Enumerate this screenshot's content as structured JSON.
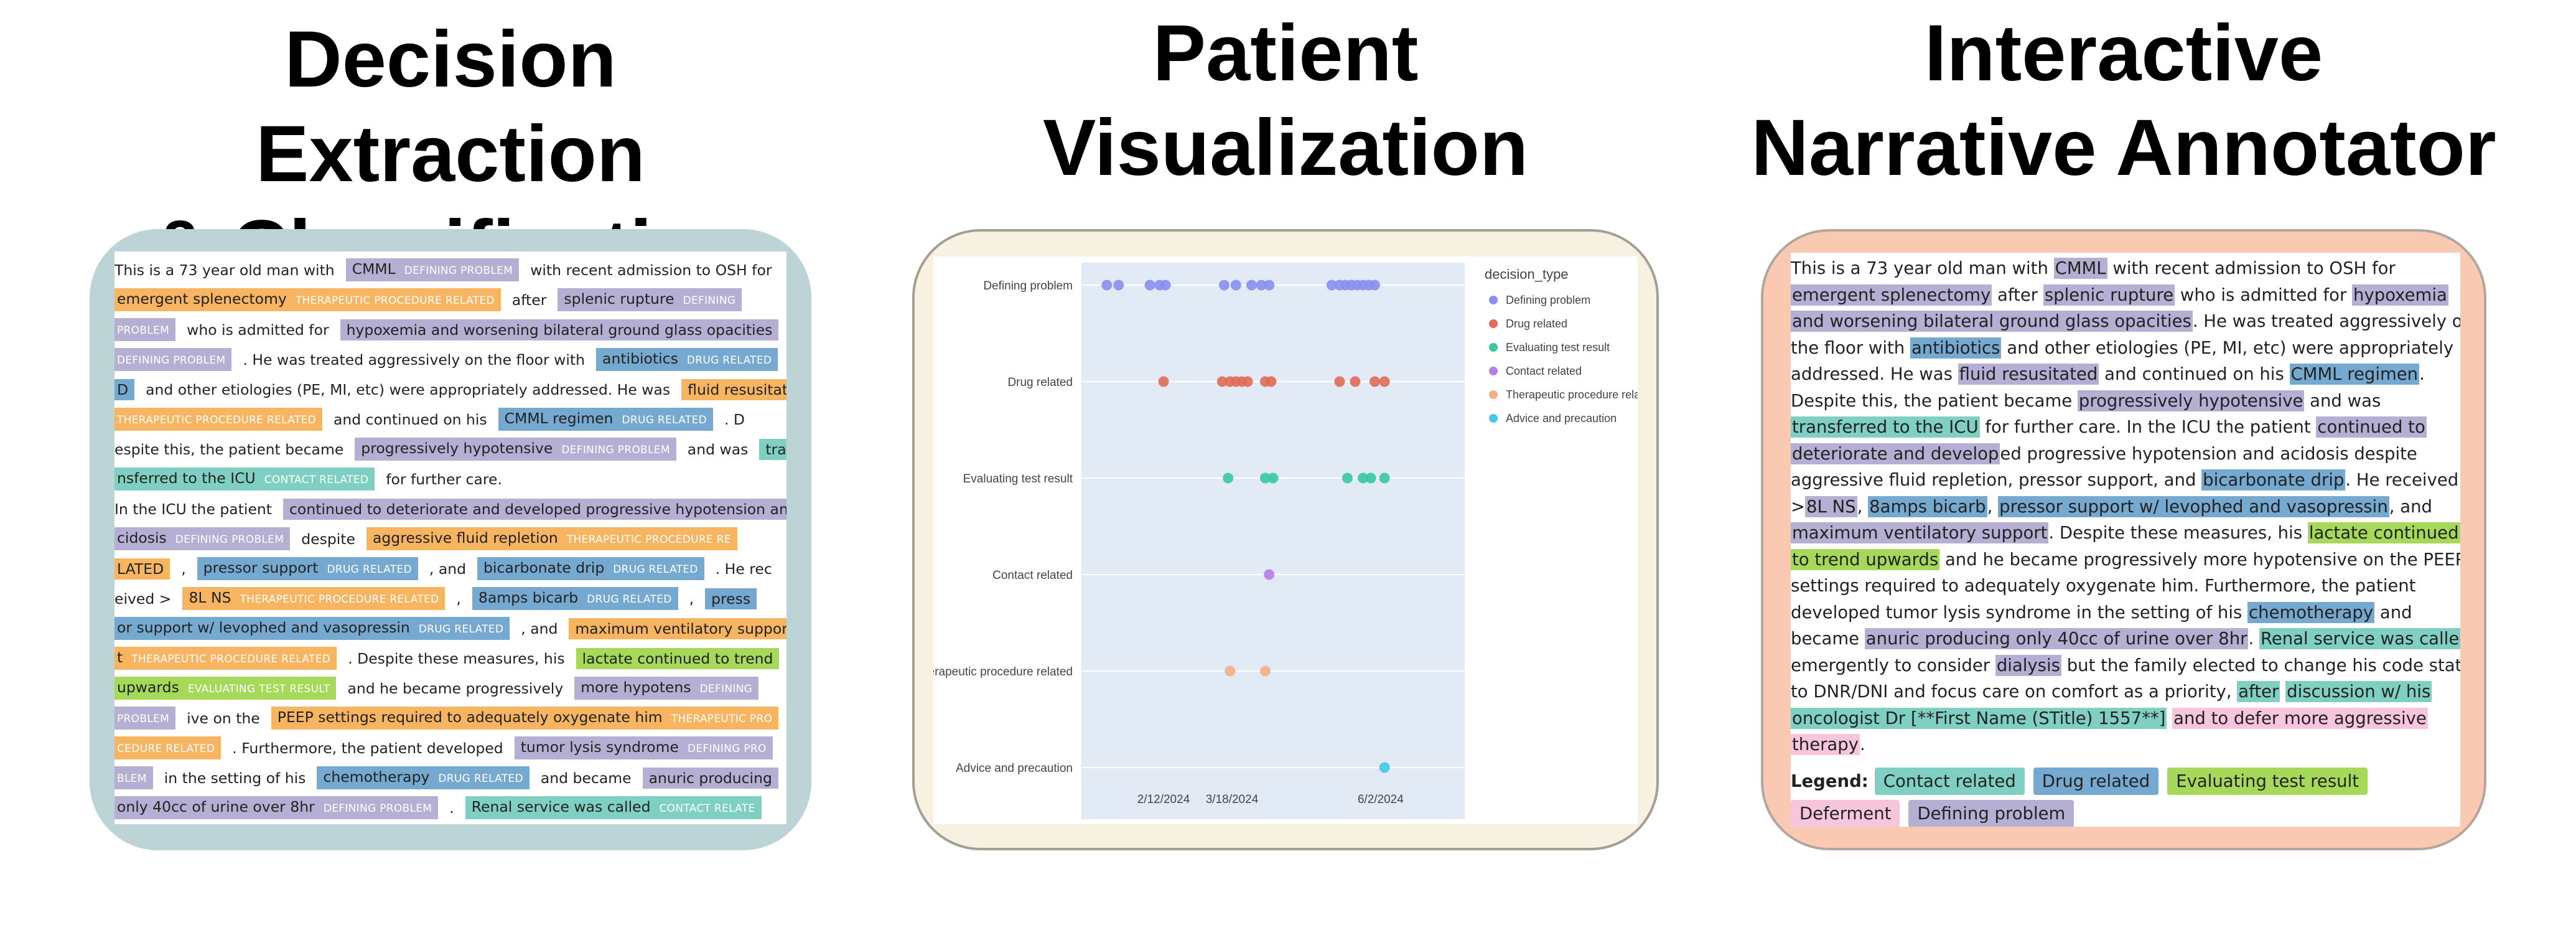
{
  "titles": {
    "extraction_line1": "Decision Extraction",
    "extraction_line2": "& Classification",
    "visualization_line1": "Patient",
    "visualization_line2": "Visualization",
    "annotator_line1": "Interactive",
    "annotator_line2": "Narrative Annotator"
  },
  "colors": {
    "defining_problem": "#b5afd3",
    "therapeutic_procedure": "#f7b562",
    "drug_related": "#76a9cf",
    "contact_related": "#7fd0c2",
    "evaluating_test": "#a6d85a",
    "deferment": "#f7c6dc",
    "card1_bg": "#bdd4d7",
    "card2_bg": "#f7f1e1",
    "card3_bg": "#fac9b1",
    "plot_bg": "#e2ebf5"
  },
  "extraction_lines": [
    [
      {
        "t": "This is a 73 year old man with"
      },
      {
        "e": "CMML",
        "c": "defining_problem",
        "tag": "DEFINING PROBLEM"
      },
      {
        "t": "with recent admission to OSH for"
      }
    ],
    [
      {
        "e": "emergent splenectomy",
        "c": "therapeutic_procedure",
        "tag": "THERAPEUTIC PROCEDURE RELATED"
      },
      {
        "t": "after"
      },
      {
        "e": "splenic rupture",
        "c": "defining_problem",
        "tag": "DEFINING"
      }
    ],
    [
      {
        "e": "",
        "c": "defining_problem",
        "tag": "PROBLEM"
      },
      {
        "t": "who is admitted for"
      },
      {
        "e": "hypoxemia and worsening bilateral ground glass opacities",
        "c": "defining_problem",
        "tag": ""
      }
    ],
    [
      {
        "e": "",
        "c": "defining_problem",
        "tag": "DEFINING PROBLEM"
      },
      {
        "t": ". He was treated aggressively on the floor with"
      },
      {
        "e": "antibiotics",
        "c": "drug_related",
        "tag": "DRUG RELATED"
      }
    ],
    [
      {
        "e": "D",
        "c": "drug_related",
        "tag": ""
      },
      {
        "t": "and other etiologies (PE, MI, etc) were appropriately addressed. He was"
      },
      {
        "e": "fluid resusitated",
        "c": "therapeutic_procedure",
        "tag": ""
      }
    ],
    [
      {
        "e": "",
        "c": "therapeutic_procedure",
        "tag": "THERAPEUTIC PROCEDURE RELATED"
      },
      {
        "t": "and continued on his"
      },
      {
        "e": "CMML regimen",
        "c": "drug_related",
        "tag": "DRUG RELATED"
      },
      {
        "t": ". D"
      }
    ],
    [
      {
        "t": "espite this, the patient became"
      },
      {
        "e": "progressively hypotensive",
        "c": "defining_problem",
        "tag": "DEFINING PROBLEM"
      },
      {
        "t": "and was"
      },
      {
        "e": "tra",
        "c": "contact_related",
        "tag": ""
      }
    ],
    [
      {
        "e": "nsferred to the ICU",
        "c": "contact_related",
        "tag": "CONTACT RELATED"
      },
      {
        "t": "for further care."
      }
    ],
    [
      {
        "t": "In the ICU the patient"
      },
      {
        "e": "continued to deteriorate and developed progressive hypotension and a",
        "c": "defining_problem",
        "tag": ""
      }
    ],
    [
      {
        "e": "cidosis",
        "c": "defining_problem",
        "tag": "DEFINING PROBLEM"
      },
      {
        "t": "despite"
      },
      {
        "e": "aggressive fluid repletion",
        "c": "therapeutic_procedure",
        "tag": "THERAPEUTIC PROCEDURE RE"
      }
    ],
    [
      {
        "e": "LATED",
        "c": "therapeutic_procedure",
        "tag": ""
      },
      {
        "t": ","
      },
      {
        "e": "pressor support",
        "c": "drug_related",
        "tag": "DRUG RELATED"
      },
      {
        "t": ", and"
      },
      {
        "e": "bicarbonate drip",
        "c": "drug_related",
        "tag": "DRUG RELATED"
      },
      {
        "t": ". He rec"
      }
    ],
    [
      {
        "t": "eived >"
      },
      {
        "e": "8L NS",
        "c": "therapeutic_procedure",
        "tag": "THERAPEUTIC PROCEDURE RELATED"
      },
      {
        "t": ","
      },
      {
        "e": "8amps bicarb",
        "c": "drug_related",
        "tag": "DRUG RELATED"
      },
      {
        "t": ","
      },
      {
        "e": "press",
        "c": "drug_related",
        "tag": ""
      }
    ],
    [
      {
        "e": "or support w/ levophed and vasopressin",
        "c": "drug_related",
        "tag": "DRUG RELATED"
      },
      {
        "t": ", and"
      },
      {
        "e": "maximum ventilatory suppor",
        "c": "therapeutic_procedure",
        "tag": ""
      }
    ],
    [
      {
        "e": "t",
        "c": "therapeutic_procedure",
        "tag": "THERAPEUTIC PROCEDURE RELATED"
      },
      {
        "t": ". Despite these measures, his"
      },
      {
        "e": "lactate continued to trend",
        "c": "evaluating_test",
        "tag": ""
      }
    ],
    [
      {
        "e": "upwards",
        "c": "evaluating_test",
        "tag": "EVALUATING TEST RESULT"
      },
      {
        "t": "and he became progressively"
      },
      {
        "e": "more hypotens",
        "c": "defining_problem",
        "tag": "DEFINING"
      }
    ],
    [
      {
        "e": "",
        "c": "defining_problem",
        "tag": "PROBLEM"
      },
      {
        "t": "ive on the"
      },
      {
        "e": "PEEP settings required to adequately oxygenate him",
        "c": "therapeutic_procedure",
        "tag": "THERAPEUTIC PRO"
      }
    ],
    [
      {
        "e": "",
        "c": "therapeutic_procedure",
        "tag": "CEDURE RELATED"
      },
      {
        "t": ". Furthermore, the patient developed"
      },
      {
        "e": "tumor lysis syndrome",
        "c": "defining_problem",
        "tag": "DEFINING PRO"
      }
    ],
    [
      {
        "e": "",
        "c": "defining_problem",
        "tag": "BLEM"
      },
      {
        "t": "in the setting of his"
      },
      {
        "e": "chemotherapy",
        "c": "drug_related",
        "tag": "DRUG RELATED"
      },
      {
        "t": "and became"
      },
      {
        "e": "anuric producing",
        "c": "defining_problem",
        "tag": ""
      }
    ],
    [
      {
        "e": "only 40cc of urine over 8hr",
        "c": "defining_problem",
        "tag": "DEFINING PROBLEM"
      },
      {
        "t": "."
      },
      {
        "e": "Renal service was called",
        "c": "contact_related",
        "tag": "CONTACT RELATE"
      }
    ]
  ],
  "chart_data": {
    "type": "scatter",
    "legend_title": "decision_type",
    "legend_position": "right",
    "categories": [
      "Defining problem",
      "Drug related",
      "Evaluating test result",
      "Contact related",
      "Therapeutic procedure related",
      "Advice and precaution"
    ],
    "x_ticks": [
      "2/12/2024",
      "3/18/2024",
      "6/2/2024"
    ],
    "xlim": [
      "2024-01-01",
      "2024-07-15"
    ],
    "series": [
      {
        "name": "Defining problem",
        "color": "#8a8ff0",
        "x": [
          "2024-01-14",
          "2024-01-20",
          "2024-02-05",
          "2024-02-10",
          "2024-02-13",
          "2024-03-14",
          "2024-03-20",
          "2024-03-28",
          "2024-04-02",
          "2024-04-06",
          "2024-05-08",
          "2024-05-12",
          "2024-05-15",
          "2024-05-18",
          "2024-05-21",
          "2024-05-24",
          "2024-05-27",
          "2024-05-30"
        ],
        "y": [
          0,
          0,
          0,
          0,
          0,
          0,
          0,
          0,
          0,
          0,
          0,
          0,
          0,
          0,
          0,
          0,
          0,
          0
        ]
      },
      {
        "name": "Drug related",
        "color": "#e06b57",
        "x": [
          "2024-02-12",
          "2024-03-13",
          "2024-03-17",
          "2024-03-20",
          "2024-03-23",
          "2024-03-26",
          "2024-04-04",
          "2024-04-07",
          "2024-05-12",
          "2024-05-20",
          "2024-05-30",
          "2024-06-04"
        ],
        "y": [
          1,
          1,
          1,
          1,
          1,
          1,
          1,
          1,
          1,
          1,
          1,
          1
        ]
      },
      {
        "name": "Evaluating test result",
        "color": "#35c9a1",
        "x": [
          "2024-03-16",
          "2024-04-04",
          "2024-04-08",
          "2024-05-16",
          "2024-05-24",
          "2024-05-28",
          "2024-06-04"
        ],
        "y": [
          2,
          2,
          2,
          2,
          2,
          2,
          2
        ]
      },
      {
        "name": "Contact related",
        "color": "#b57de8",
        "x": [
          "2024-04-06"
        ],
        "y": [
          3
        ]
      },
      {
        "name": "Therapeutic procedure related",
        "color": "#f5ae86",
        "x": [
          "2024-03-17",
          "2024-04-04"
        ],
        "y": [
          4,
          4
        ]
      },
      {
        "name": "Advice and precaution",
        "color": "#44c7e8",
        "x": [
          "2024-06-04"
        ],
        "y": [
          5
        ]
      }
    ]
  },
  "annotator": {
    "lines": [
      [
        {
          "t": "This is a 73 year old man with "
        },
        {
          "h": "CMML",
          "c": "defining_problem"
        },
        {
          "t": " with recent admission to OSH for"
        }
      ],
      [
        {
          "h": "emergent splenectomy",
          "c": "defining_problem"
        },
        {
          "t": " after "
        },
        {
          "h": "splenic rupture",
          "c": "defining_problem"
        },
        {
          "t": " who is admitted for "
        },
        {
          "h": "hypoxemia",
          "c": "defining_problem"
        }
      ],
      [
        {
          "h": "and worsening bilateral ground glass opacities",
          "c": "defining_problem"
        },
        {
          "t": ". He was treated aggressively on"
        }
      ],
      [
        {
          "t": "the floor with "
        },
        {
          "h": "antibiotics",
          "c": "drug_related"
        },
        {
          "t": " and other etiologies (PE, MI, etc) were appropriately"
        }
      ],
      [
        {
          "t": "addressed. He was "
        },
        {
          "h": "fluid resusitated",
          "c": "defining_problem"
        },
        {
          "t": " and continued on his "
        },
        {
          "h": "CMML regimen",
          "c": "drug_related"
        },
        {
          "t": "."
        }
      ],
      [
        {
          "t": "Despite this, the patient became "
        },
        {
          "h": "progressively hypotensive",
          "c": "defining_problem"
        },
        {
          "t": " and was"
        }
      ],
      [
        {
          "h": "transferred to the ICU",
          "c": "contact_related"
        },
        {
          "t": " for further care. In the ICU the patient "
        },
        {
          "h": "continued to",
          "c": "defining_problem"
        }
      ],
      [
        {
          "h": "deteriorate and develop",
          "c": "defining_problem"
        },
        {
          "t": "ed progressive hypotension and acidosis despite"
        }
      ],
      [
        {
          "t": "aggressive fluid repletion, pressor support, and "
        },
        {
          "h": "bicarbonate drip",
          "c": "drug_related"
        },
        {
          "t": ". He received"
        }
      ],
      [
        {
          "t": ">"
        },
        {
          "h": "8L NS",
          "c": "defining_problem"
        },
        {
          "t": ", "
        },
        {
          "h": "8amps bicarb",
          "c": "drug_related"
        },
        {
          "t": ", "
        },
        {
          "h": "pressor support w/ levophed and vasopressin",
          "c": "drug_related"
        },
        {
          "t": ", and"
        }
      ],
      [
        {
          "h": "maximum ventilatory support",
          "c": "defining_problem"
        },
        {
          "t": ". Despite these measures, his "
        },
        {
          "h": "lactate continued",
          "c": "evaluating_test"
        }
      ],
      [
        {
          "h": "to trend upwards",
          "c": "evaluating_test"
        },
        {
          "t": " and he became progressively more hypotensive on the PEEP"
        }
      ],
      [
        {
          "t": "settings required to adequately oxygenate him. Furthermore, the patient"
        }
      ],
      [
        {
          "t": "developed tumor lysis syndrome in the setting of his "
        },
        {
          "h": "chemotherapy",
          "c": "drug_related"
        },
        {
          "t": " and"
        }
      ],
      [
        {
          "t": "became "
        },
        {
          "h": "anuric producing only 40cc of urine over 8hr",
          "c": "defining_problem"
        },
        {
          "t": ". "
        },
        {
          "h": "Renal service was called",
          "c": "contact_related"
        }
      ],
      [
        {
          "t": "emergently to consider "
        },
        {
          "h": "dialysis",
          "c": "defining_problem"
        },
        {
          "t": " but the family elected to change his code status"
        }
      ],
      [
        {
          "t": "to DNR/DNI and focus care on comfort as a priority, "
        },
        {
          "h": "after",
          "c": "contact_related"
        },
        {
          "t": " "
        },
        {
          "h": "discussion w/ his",
          "c": "contact_related"
        }
      ],
      [
        {
          "h": "oncologist Dr [**First Name (STitle) 1557**]",
          "c": "contact_related"
        },
        {
          "t": " "
        },
        {
          "h": "and to defer more aggressive",
          "c": "deferment"
        }
      ],
      [
        {
          "h": "therapy",
          "c": "deferment"
        },
        {
          "t": "."
        }
      ]
    ],
    "legend_label": "Legend:",
    "legend": [
      {
        "label": "Contact related",
        "c": "contact_related"
      },
      {
        "label": "Drug related",
        "c": "drug_related"
      },
      {
        "label": "Evaluating test result",
        "c": "evaluating_test"
      },
      {
        "label": "Deferment",
        "c": "deferment"
      },
      {
        "label": "Defining problem",
        "c": "defining_problem"
      }
    ]
  }
}
